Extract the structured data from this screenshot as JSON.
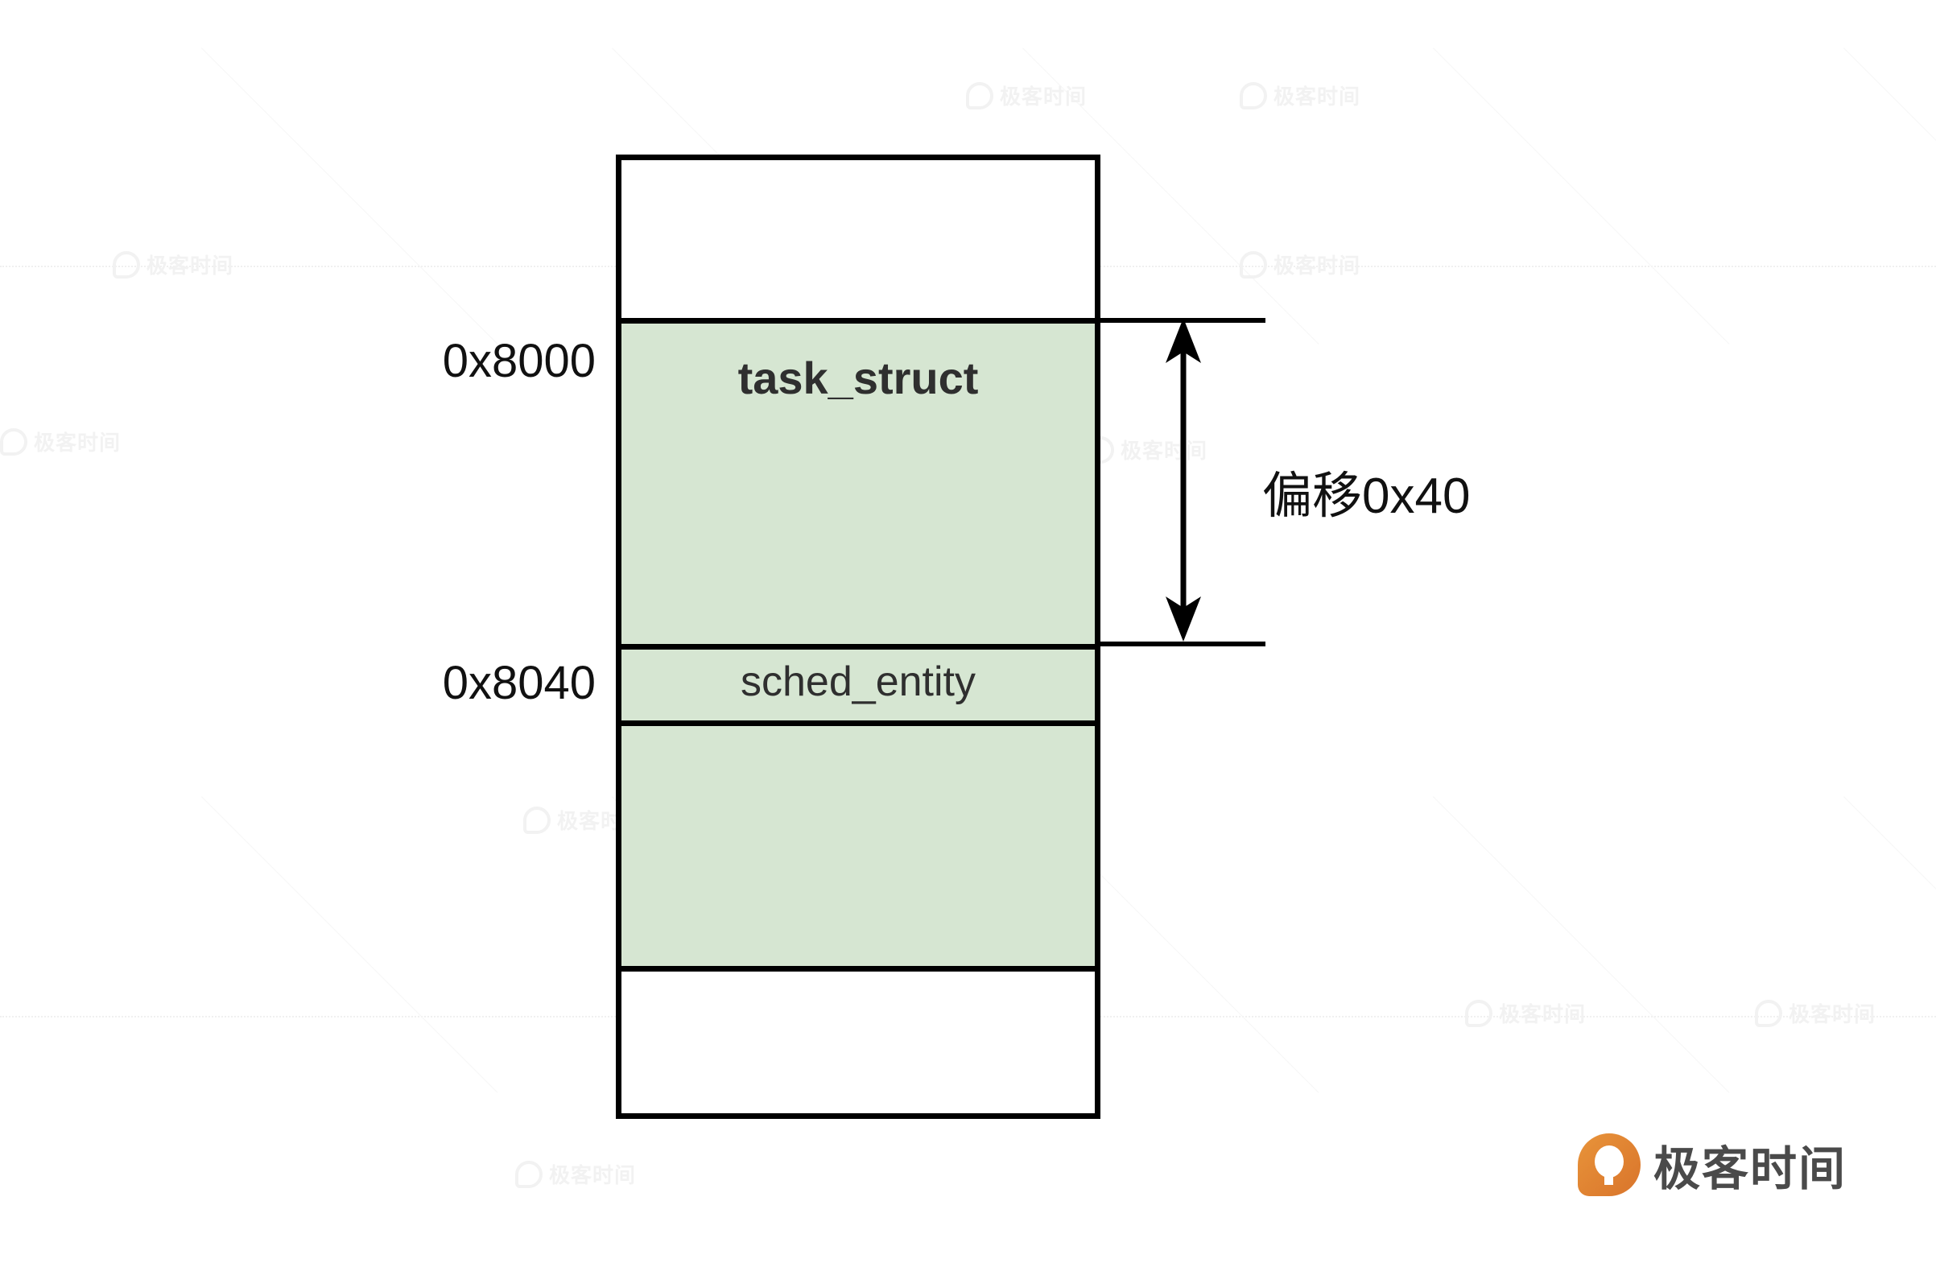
{
  "diagram": {
    "title": "task_struct memory layout with sched_entity offset",
    "colors": {
      "segment_fill": "#d6e6d2",
      "outline": "#000000",
      "label_text": "#2f2f2f",
      "brand_orange": "#e0822f",
      "brand_text": "#4a4a4a"
    },
    "memory_block": {
      "segments": [
        {
          "id": "top-blank",
          "label": "",
          "filled": false
        },
        {
          "id": "task-struct",
          "label": "task_struct",
          "filled": true
        },
        {
          "id": "sched-entity",
          "label": "sched_entity",
          "filled": true
        },
        {
          "id": "rest",
          "label": "",
          "filled": true
        },
        {
          "id": "bottom-blank",
          "label": "",
          "filled": false
        }
      ]
    },
    "address_labels": [
      {
        "id": "addr-8000",
        "value": "0x8000",
        "points_to": "task_struct"
      },
      {
        "id": "addr-8040",
        "value": "0x8040",
        "points_to": "sched_entity"
      }
    ],
    "offset_annotation": {
      "text": "偏移0x40",
      "from_address": "0x8000",
      "to_address": "0x8040",
      "arrow_style": "double-headed-vertical"
    }
  },
  "watermark": {
    "text": "极客时间"
  },
  "brand": {
    "name": "极客时间"
  }
}
